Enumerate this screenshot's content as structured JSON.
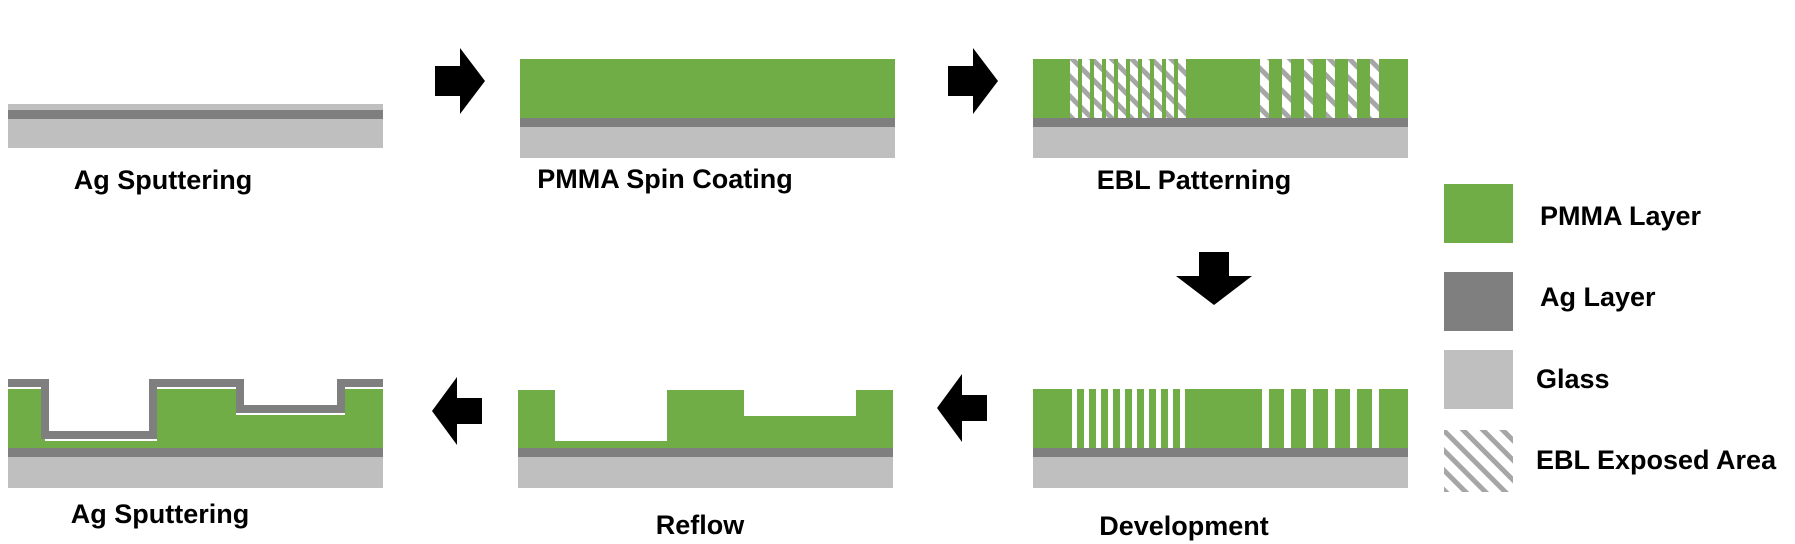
{
  "colors": {
    "pmma": "#70ad47",
    "ag": "#7f7f7f",
    "glass": "#bfbfbf",
    "hatch": "#a6a6a6",
    "arrow": "#000000",
    "background": "#ffffff"
  },
  "steps": [
    {
      "label": "Ag Sputtering"
    },
    {
      "label": "PMMA Spin Coating"
    },
    {
      "label": "EBL Patterning"
    },
    {
      "label": "Development"
    },
    {
      "label": "Reflow"
    },
    {
      "label": "Ag Sputtering"
    }
  ],
  "legend": [
    {
      "label": "PMMA Layer",
      "swatch": "pmma"
    },
    {
      "label": "Ag Layer",
      "swatch": "ag"
    },
    {
      "label": "Glass",
      "swatch": "glass"
    },
    {
      "label": "EBL Exposed Area",
      "swatch": "hatch"
    }
  ],
  "arrows": [
    {
      "direction": "right",
      "from": "Ag Sputtering",
      "to": "PMMA Spin Coating"
    },
    {
      "direction": "right",
      "from": "PMMA Spin Coating",
      "to": "EBL Patterning"
    },
    {
      "direction": "down",
      "from": "EBL Patterning",
      "to": "Development"
    },
    {
      "direction": "left",
      "from": "Development",
      "to": "Reflow"
    },
    {
      "direction": "left",
      "from": "Reflow",
      "to": "Ag Sputtering"
    }
  ]
}
